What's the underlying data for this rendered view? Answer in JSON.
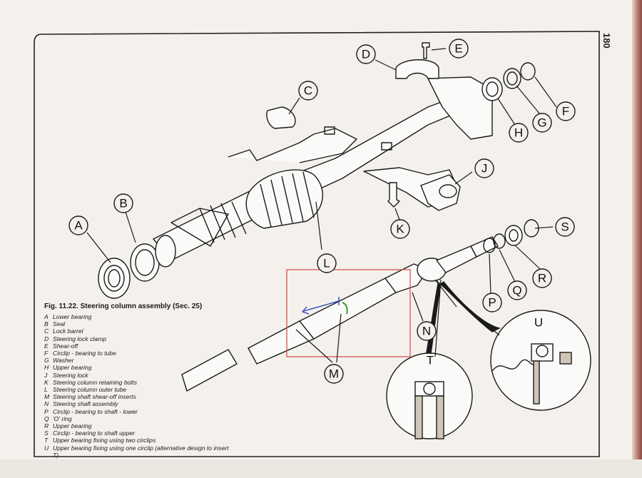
{
  "page_number": "180",
  "figure": {
    "caption": "Fig. 11.22. Steering column assembly (Sec. 25)"
  },
  "legend": [
    {
      "key": "A",
      "desc": "Lower bearing"
    },
    {
      "key": "B",
      "desc": "Seal"
    },
    {
      "key": "C",
      "desc": "Lock barrel"
    },
    {
      "key": "D",
      "desc": "Steering lock clamp"
    },
    {
      "key": "E",
      "desc": "Shear-off"
    },
    {
      "key": "F",
      "desc": "Circlip - bearing to tube"
    },
    {
      "key": "G",
      "desc": "Washer"
    },
    {
      "key": "H",
      "desc": "Upper bearing"
    },
    {
      "key": "J",
      "desc": "Steering lock"
    },
    {
      "key": "K",
      "desc": "Steering column retaining bolts"
    },
    {
      "key": "L",
      "desc": "Steering column outer tube"
    },
    {
      "key": "M",
      "desc": "Steering shaft shear-off inserts"
    },
    {
      "key": "N",
      "desc": "Steering shaft assembly"
    },
    {
      "key": "P",
      "desc": "Circlip - bearing to shaft - lower"
    },
    {
      "key": "Q",
      "desc": "'O' ring"
    },
    {
      "key": "R",
      "desc": "Upper bearing"
    },
    {
      "key": "S",
      "desc": "Circlip - bearing to shaft upper"
    },
    {
      "key": "T",
      "desc": "Upper bearing fixing using two circlips"
    },
    {
      "key": "U",
      "desc": "Upper bearing fixing using one circlip (alternative design to insert T)"
    }
  ],
  "callouts": {
    "A": "A",
    "B": "B",
    "C": "C",
    "D": "D",
    "E": "E",
    "F": "F",
    "G": "G",
    "H": "H",
    "J": "J",
    "K": "K",
    "L": "L",
    "M": "M",
    "N": "N",
    "P": "P",
    "Q": "Q",
    "R": "R",
    "S": "S",
    "T": "T",
    "U": "U"
  },
  "annotation_colors": {
    "highlight_box": "#d9534f",
    "arrow": "#1f3fbf",
    "marker": "#2a9d3a"
  }
}
